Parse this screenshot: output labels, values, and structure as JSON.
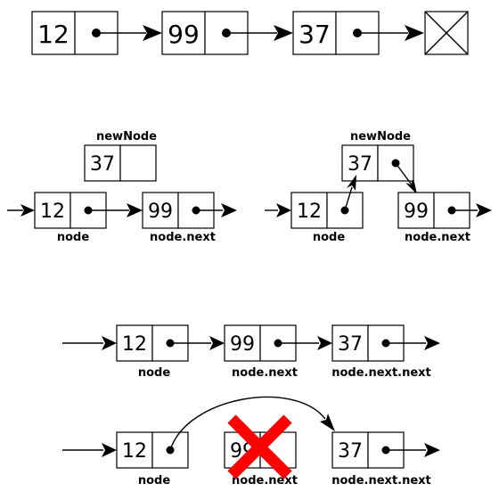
{
  "top_row": {
    "values": [
      "12",
      "99",
      "37"
    ]
  },
  "insert_before": {
    "new_node_label": "newNode",
    "new_node_value": "37",
    "values": [
      "12",
      "99"
    ],
    "labels": [
      "node",
      "node.next"
    ]
  },
  "insert_after": {
    "new_node_label": "newNode",
    "new_node_value": "37",
    "values": [
      "12",
      "99"
    ],
    "labels": [
      "node",
      "node.next"
    ]
  },
  "delete_before": {
    "values": [
      "12",
      "99",
      "37"
    ],
    "labels": [
      "node",
      "node.next",
      "node.next.next"
    ]
  },
  "delete_after": {
    "values": [
      "12",
      "99",
      "37"
    ],
    "labels": [
      "node",
      "node.next",
      "node.next.next"
    ]
  },
  "colors": {
    "stroke": "#000000",
    "cross_out": "#ff0000"
  }
}
